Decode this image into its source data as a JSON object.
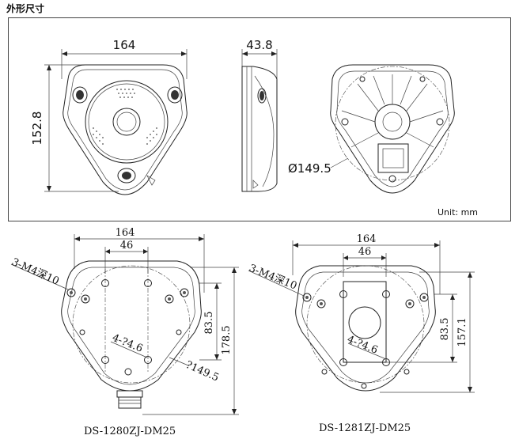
{
  "title": "外形尺寸",
  "unit": "Unit: mm",
  "top_dims": {
    "front_width": "164",
    "front_height": "152.8",
    "side_depth": "43.8",
    "back_diameter": "Ø149.5"
  },
  "bottom_left": {
    "model": "DS-1280ZJ-DM25",
    "width": "164",
    "inner_width": "46",
    "screw_note": "3-M4深10",
    "hole_note": "4-?4.6",
    "h1": "83.5",
    "h2": "178.5",
    "diameter": "?149.5"
  },
  "bottom_right": {
    "model": "DS-1281ZJ-DM25",
    "width": "164",
    "inner_width": "46",
    "screw_note": "3-M4深10",
    "hole_note": "4-?4.6",
    "h1": "83.5",
    "h2": "157.1"
  }
}
